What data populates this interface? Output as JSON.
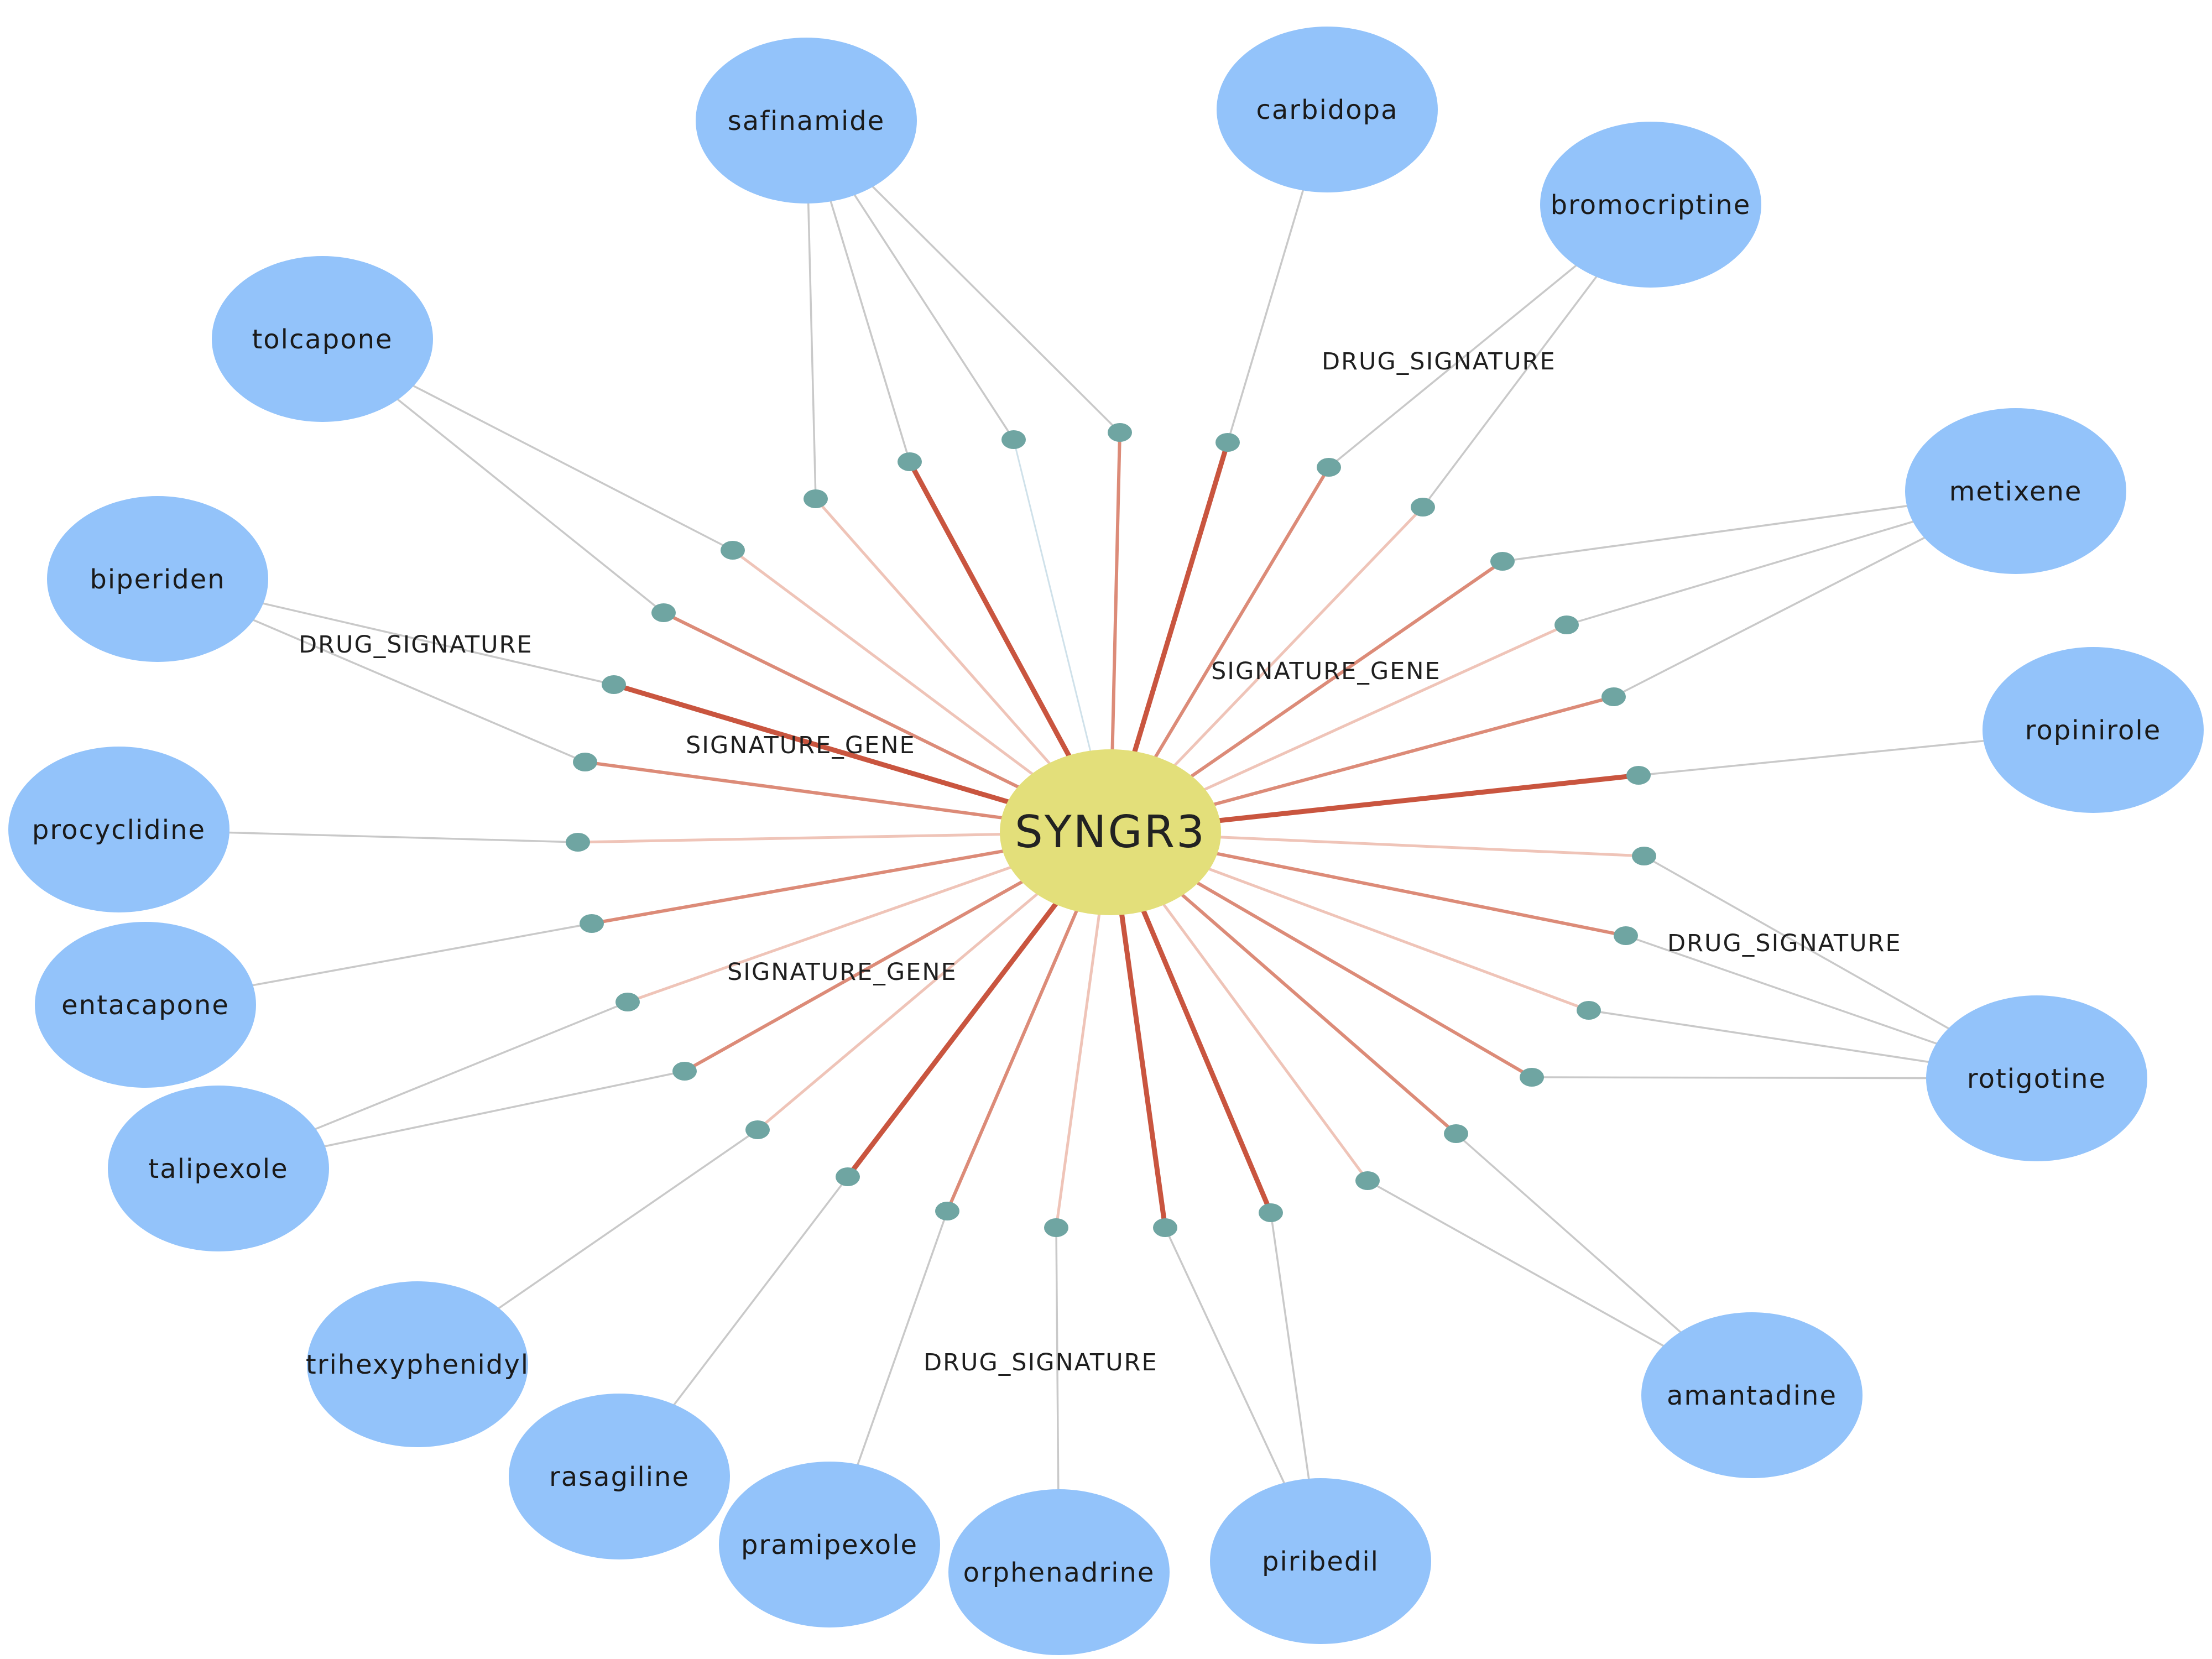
{
  "hub": {
    "label": "SYNGR3",
    "fill": "#e3df7a"
  },
  "colors": {
    "drug_fill": "#93c3fa",
    "signature_dot": "#6fa5a2",
    "drug_edge": "#c9c9c9",
    "gene_edge_strong": "#c9553f",
    "gene_edge_mid": "#dc8b78",
    "gene_edge_light": "#efc4b8",
    "gene_edge_faint": "#cfe1ea"
  },
  "edge_labels": {
    "drug_signature": "DRUG_SIGNATURE",
    "signature_gene": "SIGNATURE_GENE"
  },
  "drugs": [
    {
      "id": "safinamide",
      "label": "safinamide"
    },
    {
      "id": "carbidopa",
      "label": "carbidopa"
    },
    {
      "id": "bromocriptine",
      "label": "bromocriptine"
    },
    {
      "id": "tolcapone",
      "label": "tolcapone"
    },
    {
      "id": "metixene",
      "label": "metixene"
    },
    {
      "id": "biperiden",
      "label": "biperiden"
    },
    {
      "id": "ropinirole",
      "label": "ropinirole"
    },
    {
      "id": "procyclidine",
      "label": "procyclidine"
    },
    {
      "id": "entacapone",
      "label": "entacapone"
    },
    {
      "id": "rotigotine",
      "label": "rotigotine"
    },
    {
      "id": "talipexole",
      "label": "talipexole"
    },
    {
      "id": "trihexyphenidyl",
      "label": "trihexyphenidyl"
    },
    {
      "id": "amantadine",
      "label": "amantadine"
    },
    {
      "id": "rasagiline",
      "label": "rasagiline"
    },
    {
      "id": "pramipexole",
      "label": "pramipexole"
    },
    {
      "id": "orphenadrine",
      "label": "orphenadrine"
    },
    {
      "id": "piribedil",
      "label": "piribedil"
    }
  ],
  "signatures": [
    {
      "id": "s1",
      "drug": "safinamide",
      "strength": "light"
    },
    {
      "id": "s2",
      "drug": "safinamide",
      "strength": "strong"
    },
    {
      "id": "s3",
      "drug": "safinamide",
      "strength": "faint"
    },
    {
      "id": "s4",
      "drug": "safinamide",
      "strength": "mid"
    },
    {
      "id": "s5",
      "drug": "carbidopa",
      "strength": "strong"
    },
    {
      "id": "s6",
      "drug": "bromocriptine",
      "strength": "mid"
    },
    {
      "id": "s7",
      "drug": "bromocriptine",
      "strength": "light"
    },
    {
      "id": "s8",
      "drug": "tolcapone",
      "strength": "light"
    },
    {
      "id": "s9",
      "drug": "tolcapone",
      "strength": "mid"
    },
    {
      "id": "s10",
      "drug": "biperiden",
      "strength": "strong"
    },
    {
      "id": "s11",
      "drug": "biperiden",
      "strength": "mid"
    },
    {
      "id": "s12",
      "drug": "metixene",
      "strength": "mid"
    },
    {
      "id": "s13",
      "drug": "metixene",
      "strength": "light"
    },
    {
      "id": "s14",
      "drug": "metixene",
      "strength": "mid"
    },
    {
      "id": "s15",
      "drug": "ropinirole",
      "strength": "strong"
    },
    {
      "id": "s16",
      "drug": "procyclidine",
      "strength": "light"
    },
    {
      "id": "s17",
      "drug": "entacapone",
      "strength": "mid"
    },
    {
      "id": "s18",
      "drug": "rotigotine",
      "strength": "light"
    },
    {
      "id": "s19",
      "drug": "rotigotine",
      "strength": "mid"
    },
    {
      "id": "s20",
      "drug": "rotigotine",
      "strength": "light"
    },
    {
      "id": "s21",
      "drug": "rotigotine",
      "strength": "mid"
    },
    {
      "id": "s22",
      "drug": "talipexole",
      "strength": "light"
    },
    {
      "id": "s23",
      "drug": "talipexole",
      "strength": "mid"
    },
    {
      "id": "s24",
      "drug": "trihexyphenidyl",
      "strength": "light"
    },
    {
      "id": "s25",
      "drug": "rasagiline",
      "strength": "strong"
    },
    {
      "id": "s26",
      "drug": "pramipexole",
      "strength": "mid"
    },
    {
      "id": "s27",
      "drug": "orphenadrine",
      "strength": "light"
    },
    {
      "id": "s28",
      "drug": "piribedil",
      "strength": "strong"
    },
    {
      "id": "s29",
      "drug": "piribedil",
      "strength": "strong"
    },
    {
      "id": "s30",
      "drug": "amantadine",
      "strength": "light"
    },
    {
      "id": "s31",
      "drug": "amantadine",
      "strength": "mid"
    }
  ]
}
